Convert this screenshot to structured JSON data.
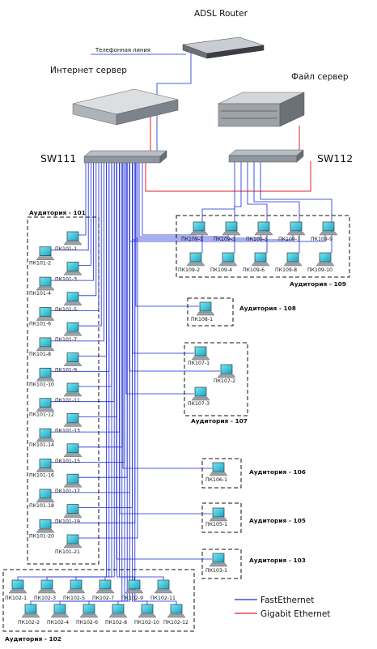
{
  "devices": {
    "adsl_router": "ADSL Router",
    "phone_line": "Телефонная линия",
    "internet_server": "Интернет сервер",
    "file_server": "Файл сервер",
    "sw111": "SW111",
    "sw112": "SW112"
  },
  "legend": {
    "fast": "FastEthernet",
    "gigabit": "Gigabit Ethernet",
    "fast_color": "#1a2ad8",
    "gigabit_color": "#e02020"
  },
  "rooms": {
    "r101": {
      "title": "Аудитория - 101",
      "pcs": [
        "ПК101-1",
        "ПК101-2",
        "ПК101-3",
        "ПК101-4",
        "ПК101-5",
        "ПК101-6",
        "ПК101-7",
        "ПК101-8",
        "ПК101-9",
        "ПК101-10",
        "ПК101-11",
        "ПК101-12",
        "ПК101-13",
        "ПК101-14",
        "ПК101-15",
        "ПК101-16",
        "ПК101-17",
        "ПК101-18",
        "ПК101-19",
        "ПК101-20",
        "ПК101-21"
      ]
    },
    "r109": {
      "title": "Аудитория - 109",
      "pcs": [
        "ПК109-1",
        "ПК109-3",
        "ПК109-5",
        "ПК109-7",
        "ПК109-9",
        "ПК109-2",
        "ПК109-4",
        "ПК109-6",
        "ПК109-8",
        "ПК109-10"
      ]
    },
    "r108": {
      "title": "Аудитория - 108",
      "pcs": [
        "ПК108-1"
      ]
    },
    "r107": {
      "title": "Аудитория - 107",
      "pcs": [
        "ПК107-1",
        "ПК107-2",
        "ПК107-3"
      ]
    },
    "r106": {
      "title": "Аудитория - 106",
      "pcs": [
        "ПК106-1"
      ]
    },
    "r105": {
      "title": "Аудитория - 105",
      "pcs": [
        "ПК105-1"
      ]
    },
    "r103": {
      "title": "Аудитория - 103",
      "pcs": [
        "ПК103-1"
      ]
    },
    "r102": {
      "title": "Аудитория - 102",
      "pcs": [
        "ПК102-1",
        "ПК102-3",
        "ПК102-5",
        "ПК102-7",
        "ПК102-9",
        "ПК102-11",
        "ПК102-2",
        "ПК102-4",
        "ПК102-6",
        "ПК102-8",
        "ПК102-10",
        "ПК102-12"
      ]
    }
  }
}
